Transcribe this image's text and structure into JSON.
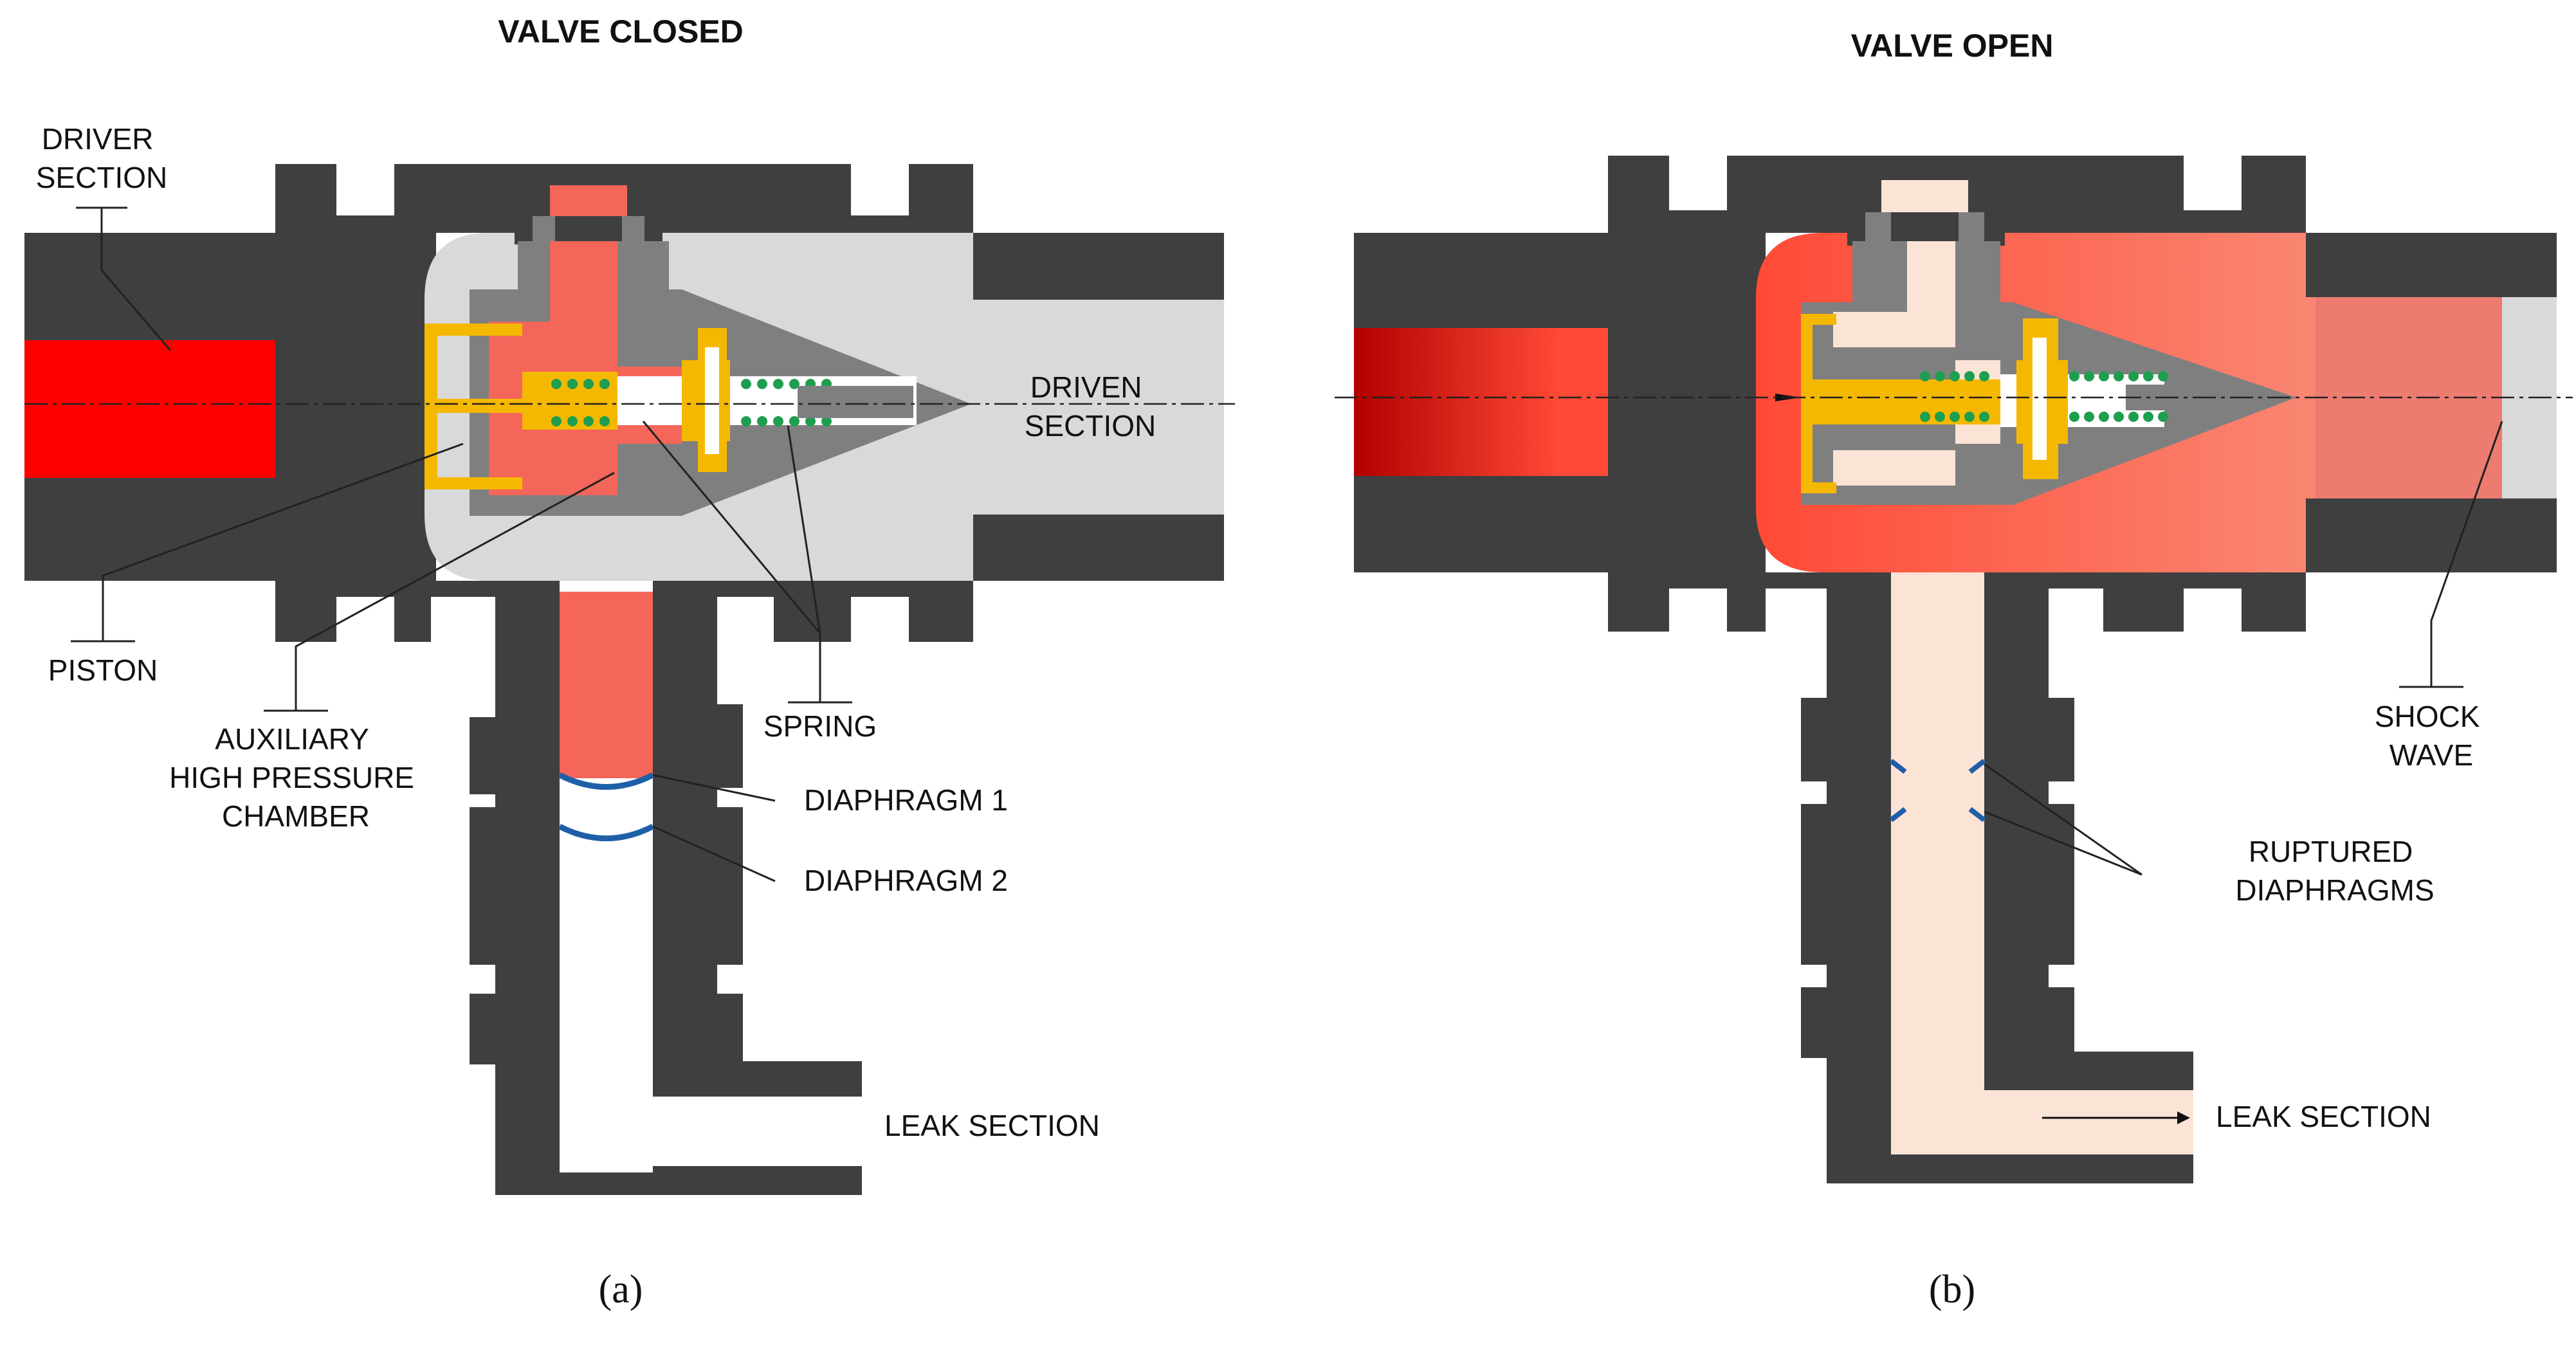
{
  "panel_a": {
    "title": "VALVE CLOSED",
    "caption": "(a)",
    "labels": {
      "driver_section": [
        "DRIVER",
        "SECTION"
      ],
      "driven_section": [
        "DRIVEN",
        "SECTION"
      ],
      "piston": "PISTON",
      "auxiliary_chamber": [
        "AUXILIARY",
        "HIGH PRESSURE",
        "CHAMBER"
      ],
      "spring": "SPRING",
      "diaphragm_1": "DIAPHRAGM 1",
      "diaphragm_2": "DIAPHRAGM 2",
      "leak_section": "LEAK SECTION"
    }
  },
  "panel_b": {
    "title": "VALVE OPEN",
    "caption": "(b)",
    "labels": {
      "shock_wave": [
        "SHOCK",
        "WAVE"
      ],
      "ruptured_diaphragms": [
        "RUPTURED",
        "DIAPHRAGMS"
      ],
      "leak_section": "LEAK SECTION"
    }
  },
  "colors": {
    "wall": "#3f3f3f",
    "valve_body": "#7f7f7f",
    "driven_gas": "#d9d9d9",
    "driver_gas": "#ff0000",
    "aux_gas": "#f4665a",
    "piston": "#f5b800",
    "spring": "#1e9e4f",
    "diaphragm": "#1f5fa8",
    "low_pressure": "#fbe3d6"
  }
}
